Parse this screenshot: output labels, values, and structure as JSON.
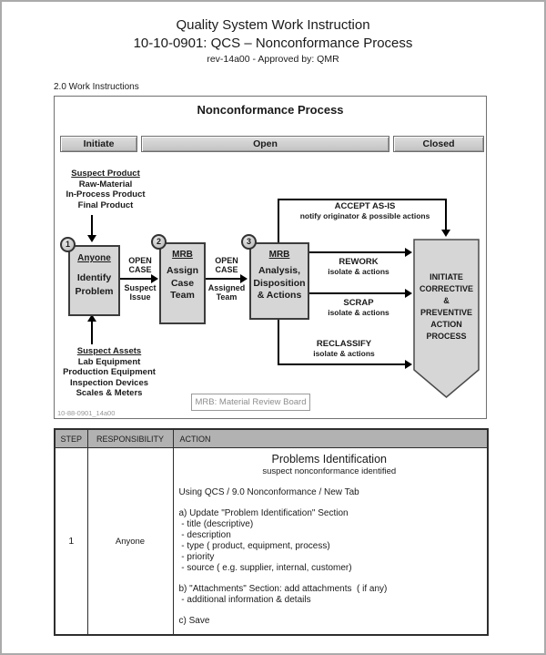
{
  "header": {
    "title": "Quality System Work Instruction",
    "subtitle": "10-10-0901: QCS – Nonconformance Process",
    "revision": "rev-14a00 - Approved by: QMR"
  },
  "section_label": "2.0 Work Instructions",
  "flowchart": {
    "title": "Nonconformance Process",
    "phases": [
      {
        "label": "Initiate"
      },
      {
        "label": "Open"
      },
      {
        "label": "Closed"
      }
    ],
    "suspect_product": {
      "title": "Suspect Product",
      "items": [
        "Raw-Material",
        "In-Process Product",
        "Final Product"
      ]
    },
    "suspect_assets": {
      "title": "Suspect Assets",
      "items": [
        "Lab Equipment",
        "Production Equipment",
        "Inspection Devices",
        "Scales & Meters"
      ]
    },
    "steps": [
      {
        "number": "1",
        "actor": "Anyone",
        "lines": [
          "Identify",
          "Problem"
        ]
      },
      {
        "number": "2",
        "actor": "MRB",
        "lines": [
          "Assign",
          "Case",
          "Team"
        ]
      },
      {
        "number": "3",
        "actor": "MRB",
        "lines": [
          "Analysis,",
          "Disposition",
          "& Actions"
        ]
      }
    ],
    "transitions": [
      {
        "top": "OPEN CASE",
        "bottom": "Suspect Issue"
      },
      {
        "top": "OPEN CASE",
        "bottom": "Assigned Team"
      }
    ],
    "outcomes": {
      "accept": {
        "label": "ACCEPT AS-IS",
        "sub": "notify originator & possible actions"
      },
      "rework": {
        "label": "REWORK",
        "sub": "isolate & actions"
      },
      "scrap": {
        "label": "SCRAP",
        "sub": "isolate & actions"
      },
      "reclassify": {
        "label": "RECLASSIFY",
        "sub": "isolate & actions"
      }
    },
    "terminal": {
      "lines": [
        "INITIATE",
        "CORRECTIVE",
        "&",
        "PREVENTIVE",
        "ACTION",
        "PROCESS"
      ]
    },
    "legend": "MRB: Material Review Board",
    "doc_code": "10-88-0901_14a00"
  },
  "table": {
    "headers": [
      "STEP",
      "RESPONSIBILITY",
      "ACTION"
    ],
    "rows": [
      {
        "step": "1",
        "responsibility": "Anyone",
        "action_title": "Problems Identification",
        "action_subtitle": "suspect nonconformance identified",
        "action_intro": "Using QCS / 9.0 Nonconformance / New Tab",
        "action_lines": [
          "a) Update \"Problem Identification\" Section",
          " - title (descriptive)",
          " - description",
          " - type ( product, equipment, process)",
          " - priority",
          " - source ( e.g. supplier, internal, customer)",
          "b) \"Attachments\" Section: add attachments  ( if any)",
          " - additional information & details",
          "c) Save"
        ]
      }
    ]
  },
  "colors": {
    "box_fill": "#d6d6d6",
    "box_border": "#3c3c3c",
    "table_header_fill": "#b2b2b2",
    "line": "#000000",
    "muted_text": "#979797",
    "page_border": "#ababab"
  }
}
